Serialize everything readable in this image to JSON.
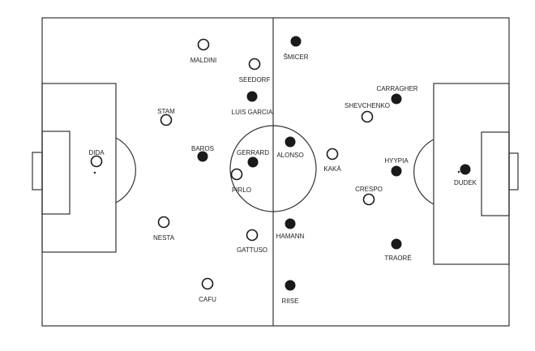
{
  "colors": {
    "pitch_lines": "#333333",
    "team_open": "#ffffff",
    "team_filled": "#1a1a1a",
    "label": "#222222"
  },
  "players": [
    {
      "name": "MALDINI",
      "style": "open"
    },
    {
      "name": "SEEDORF",
      "style": "open"
    },
    {
      "name": "STAM",
      "style": "open"
    },
    {
      "name": "LUIS GARCIA",
      "style": "filled"
    },
    {
      "name": "DIDA",
      "style": "open"
    },
    {
      "name": "BAROS",
      "style": "filled"
    },
    {
      "name": "GERRARD",
      "style": "filled"
    },
    {
      "name": "PIRLO",
      "style": "open"
    },
    {
      "name": "NESTA",
      "style": "open"
    },
    {
      "name": "GATTUSO",
      "style": "open"
    },
    {
      "name": "CAFU",
      "style": "open"
    },
    {
      "name": "ŠMICER",
      "style": "filled"
    },
    {
      "name": "ALONSO",
      "style": "filled"
    },
    {
      "name": "HAMANN",
      "style": "filled"
    },
    {
      "name": "RIISE",
      "style": "filled"
    },
    {
      "name": "CARRAGHER",
      "style": "filled"
    },
    {
      "name": "SHEVCHENKO",
      "style": "open"
    },
    {
      "name": "KAKÁ",
      "style": "open"
    },
    {
      "name": "HYYPIA",
      "style": "filled"
    },
    {
      "name": "CRESPO",
      "style": "open"
    },
    {
      "name": "DUDEK",
      "style": "filled"
    },
    {
      "name": "TRAORÉ",
      "style": "filled"
    }
  ]
}
